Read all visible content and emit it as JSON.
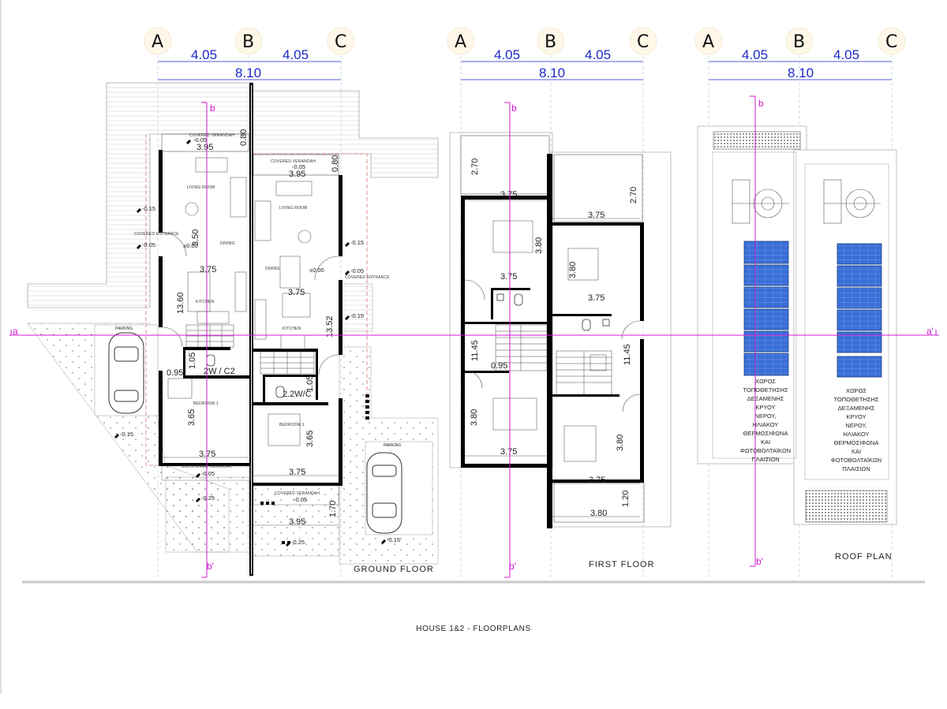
{
  "sheet_title": "HOUSE 1&2 - FLOORPLANS",
  "grid_labels": [
    "A",
    "B",
    "C"
  ],
  "grid_dims": {
    "bay": "4.05",
    "total": "8.10"
  },
  "section_labels": {
    "b_top": "b",
    "b_bottom": "b'",
    "a_left": "a",
    "a_right": "a'"
  },
  "plans": {
    "ground": {
      "title": "GROUND FLOOR",
      "rooms": {
        "covered_verandah": "COVERED VERANDAH",
        "living_room": "LIVING ROOM",
        "dining": "DINING",
        "kitchen": "KITCHEN",
        "bedroom": "BEDROOM 1",
        "covered_entrance": "COVERED ENTRANCE",
        "uncovered_verandah": "UNCOVERED VERANDAH",
        "parking": "PARKING",
        "wc": "2W / C2",
        "wc2": "2.2W/C"
      },
      "levels": {
        "m005": "-0.05",
        "m015": "-0.15",
        "m025": "-0.25",
        "p000": "±0.00",
        "p000b": "±0.00"
      },
      "dims": {
        "d395": "3.95",
        "d080": "0.80",
        "d375": "3.75",
        "d350": "3.50",
        "d1360": "13.60",
        "d1352": "13.52",
        "d365": "3.65",
        "d095": "0.95",
        "d105": "1.05",
        "d170": "1.70"
      }
    },
    "first": {
      "title": "FIRST FLOOR",
      "dims": {
        "d270": "2.70",
        "d375": "3.75",
        "d380": "3.80",
        "d1145": "11.45",
        "d095": "0.95",
        "d120": "1.20"
      }
    },
    "roof": {
      "title": "ROOF PLAN",
      "note_lines": [
        "ΧΩΡΟΣ",
        "ΤΟΠΟΘΕΤΗΣΗΣ",
        "ΔΕΞΑΜΕΝΗΣ",
        "ΚΡΥΟΥ",
        "ΝΕΡΟΥ,",
        "ΗΛΙΑΚΟΥ",
        "ΘΕΡΜΟΣΙΦΩΝΑ",
        "ΚΑΙ",
        "ΦΩΤΟΒΟΛΤΑΪΚΩΝ",
        "ΠΛΑΙΣΙΩΝ"
      ]
    }
  },
  "colors": {
    "grid_dim": "#1b28c8",
    "section_line": "#d01ad0",
    "wall": "#000000",
    "pv_panel": "#3a6fd8",
    "site_line": "#e07070"
  }
}
